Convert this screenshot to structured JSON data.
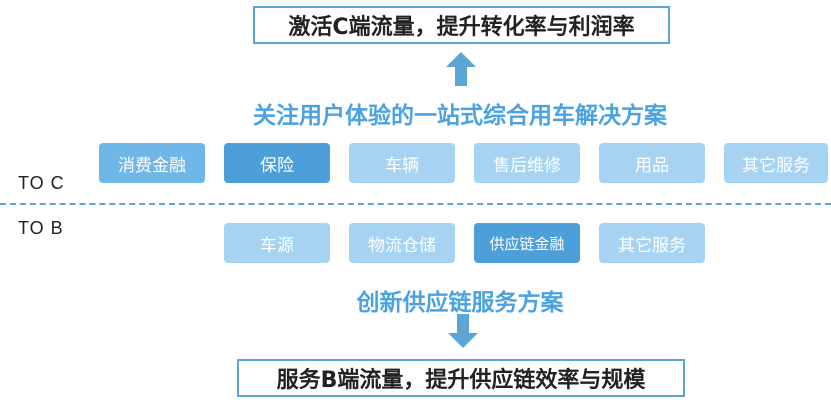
{
  "top_goal": "激活C端流量，提升转化率与利润率",
  "to_c_subtitle": "关注用户体验的一站式综合用车解决方案",
  "to_c_label": "TO C",
  "to_b_label": "TO B",
  "to_c_items": [
    "消费金融",
    "保险",
    "车辆",
    "售后维修",
    "用品",
    "其它服务"
  ],
  "to_b_items": [
    "车源",
    "物流仓储",
    "供应链金融",
    "其它服务"
  ],
  "to_b_subtitle": "创新供应链服务方案",
  "bottom_goal": "服务B端流量，提升供应链效率与规模",
  "colors": {
    "accent_blue": "#4aa3e0",
    "box_border": "#5aa6d6",
    "pill_dark": "#4d9fda",
    "pill_mid": "#6fb6e9",
    "pill_light": "#a6d3f2"
  }
}
